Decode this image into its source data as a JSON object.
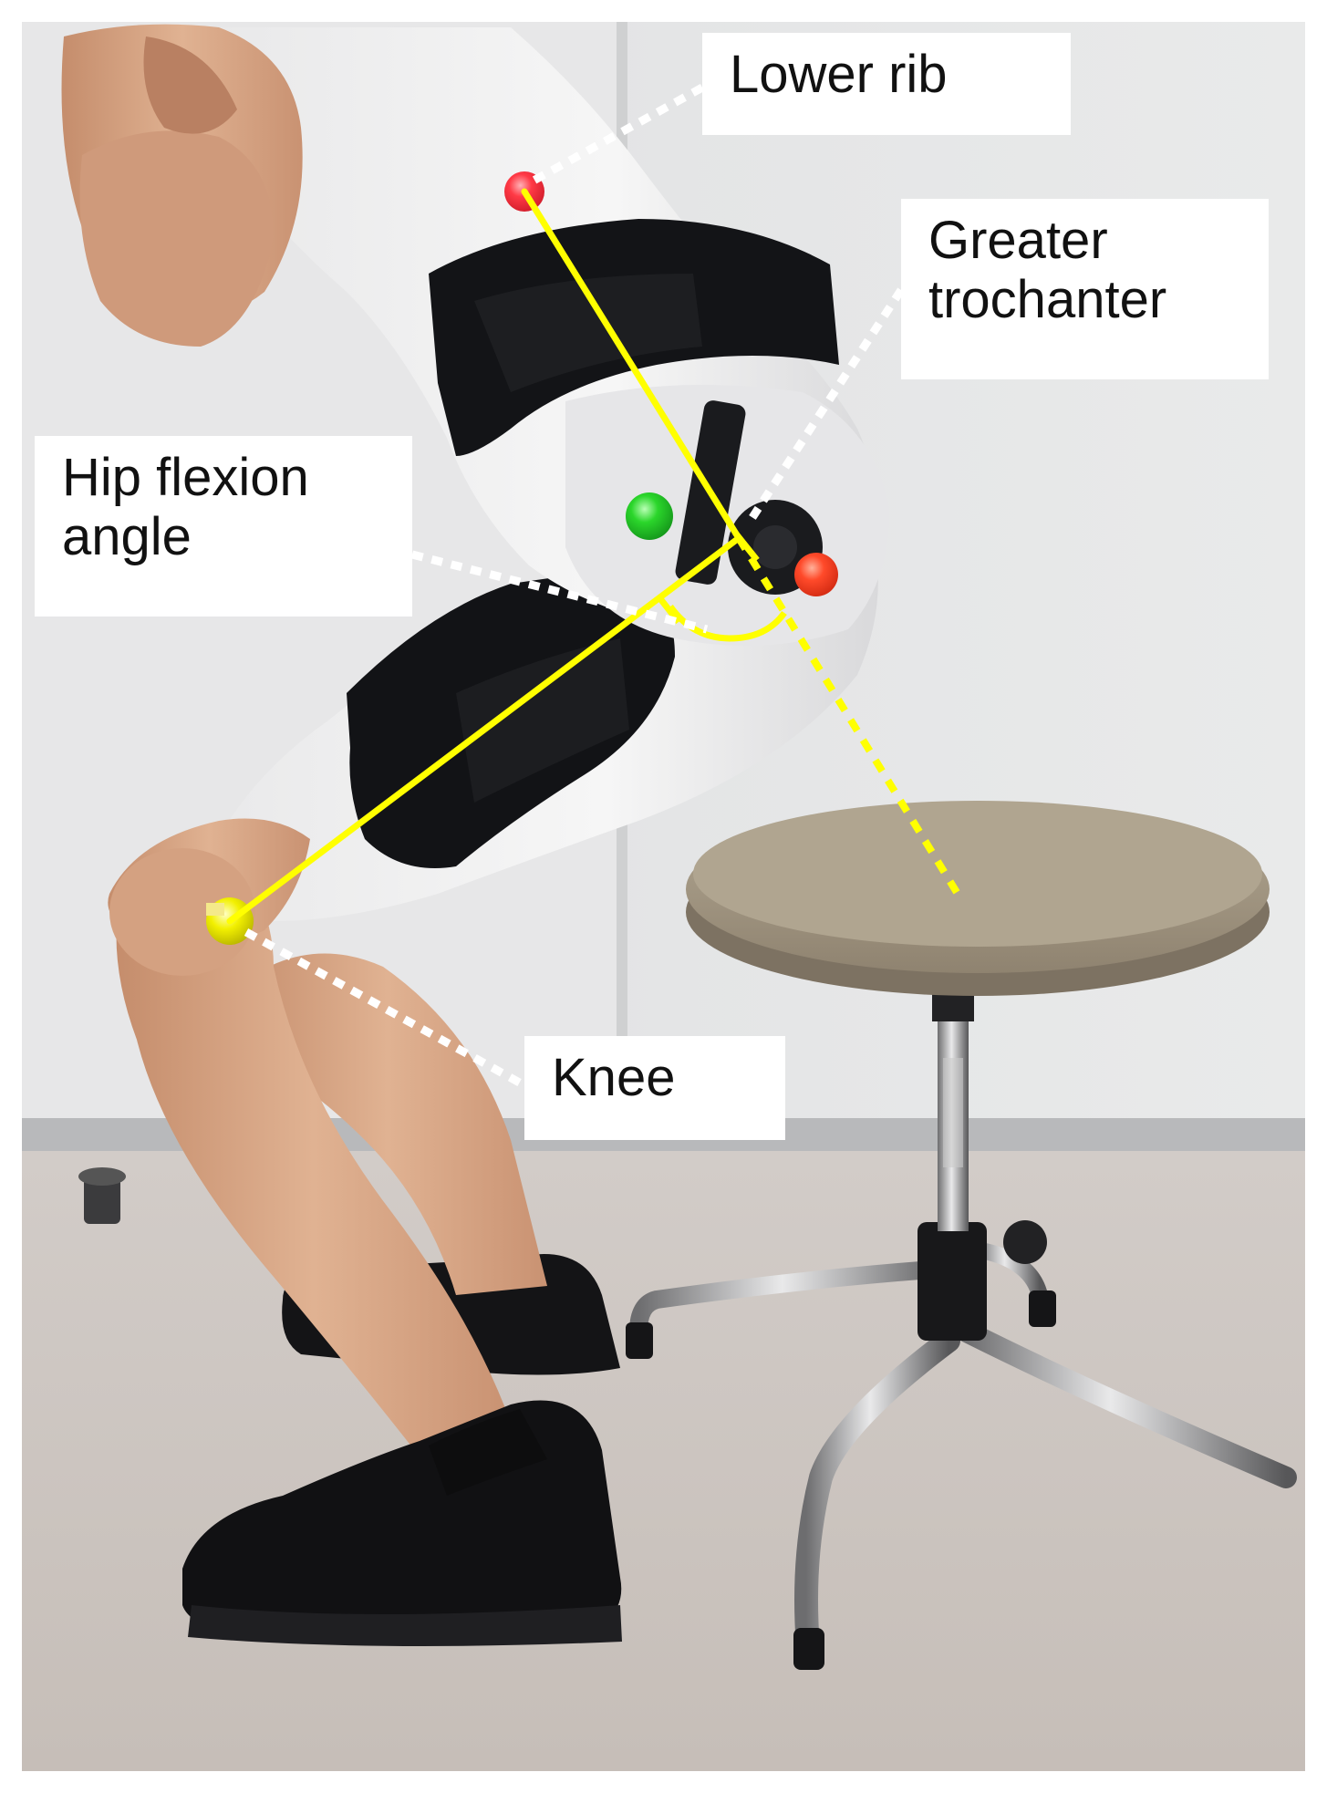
{
  "image": {
    "scene": "person in squat posture with hip brace next to stool",
    "colors": {
      "wall": "#e2e3e4",
      "floor": "#cdc6c1",
      "shirt": "#eeeeef",
      "brace": "#121316",
      "skin": "#d9a787",
      "stool_seat": "#a69a86",
      "marker_red": "#ff3a46",
      "marker_green": "#2bd62b",
      "marker_yellow": "#f2f000",
      "guide_line": "#ffff00",
      "dotted_line": "#ffffff"
    }
  },
  "labels": {
    "lower_rib": "Lower rib",
    "greater_trochanter_line1": "Greater",
    "greater_trochanter_line2": "trochanter",
    "hip_flexion_line1": "Hip flexion",
    "hip_flexion_line2": "angle",
    "knee": "Knee"
  }
}
